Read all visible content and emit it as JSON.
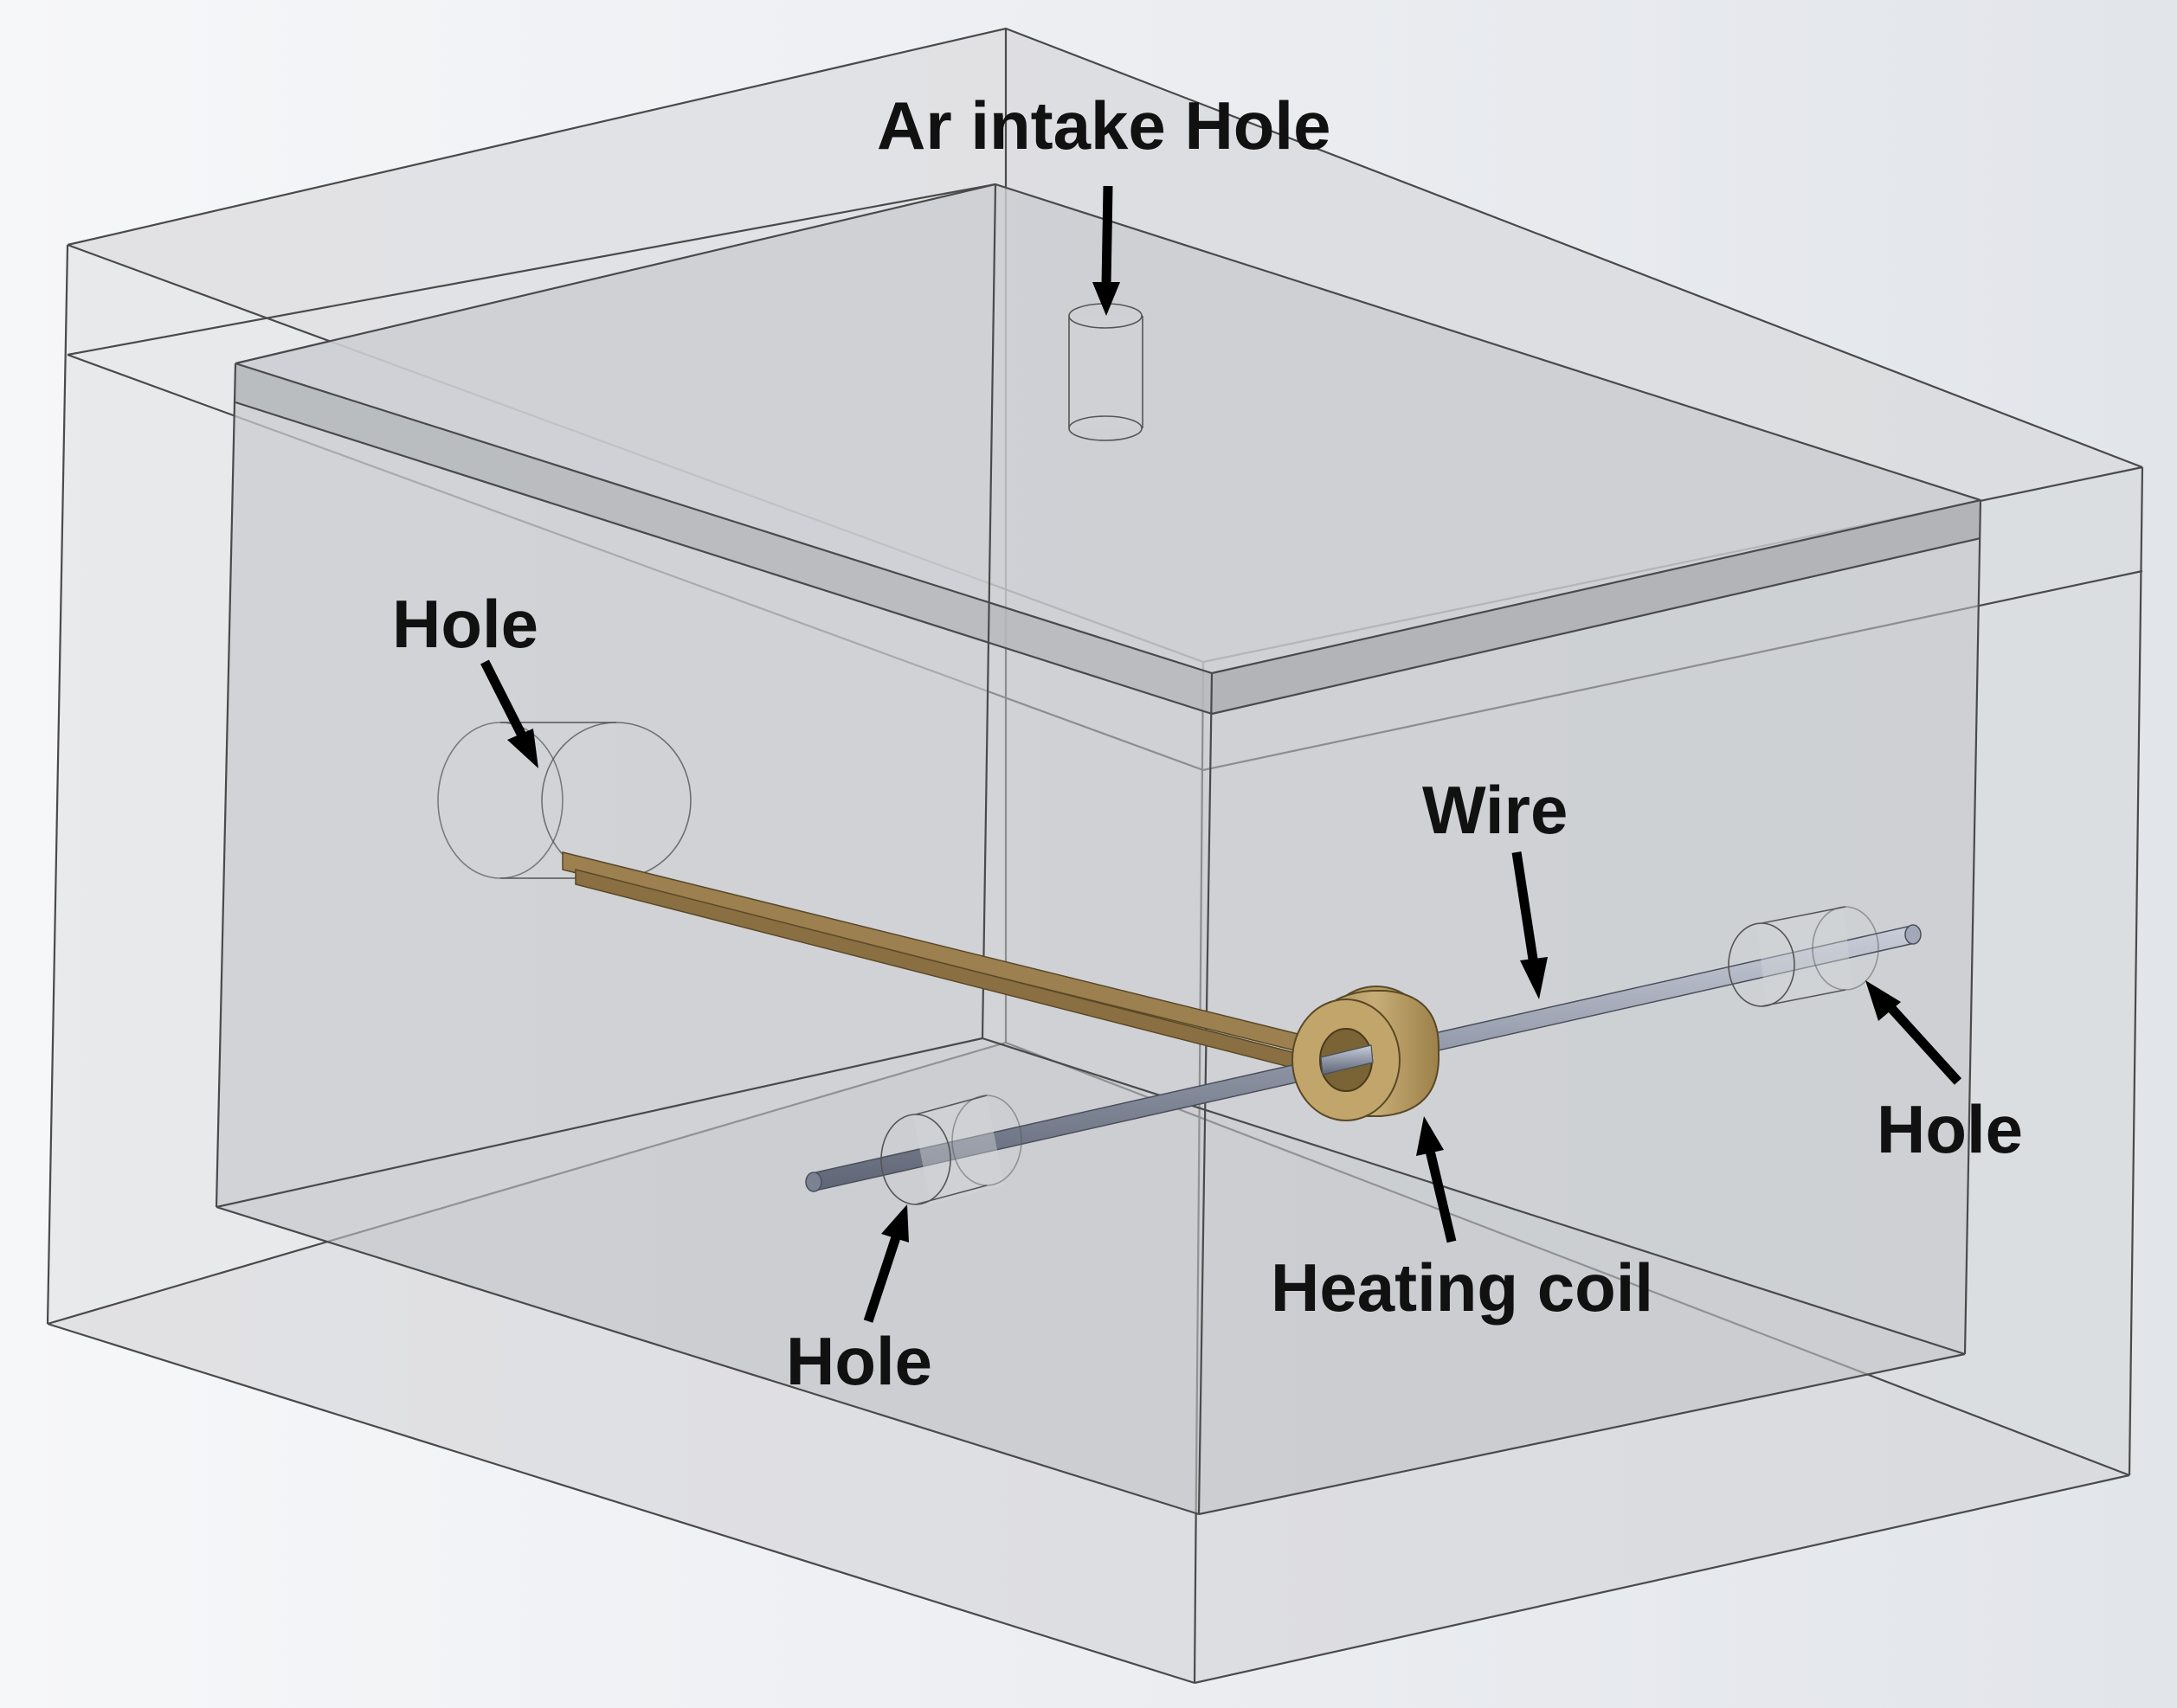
{
  "labels": {
    "ar_intake_hole": "Ar intake Hole",
    "hole_left": "Hole",
    "wire": "Wire",
    "hole_right": "Hole",
    "heating_coil": "Heating coil",
    "hole_bottom": "Hole"
  },
  "colors": {
    "background_left": "#f4f5f7",
    "background_right": "#e4e7ec",
    "box_face_outer": "#dcdcdc",
    "box_face_inner": "#c4c6ca",
    "top_band": "#b9bbbf",
    "wire": "#8f96a6",
    "wire_highlight": "#c5cad5",
    "coil": "#b59a62",
    "coil_dark": "#8d7340",
    "lead": "#9c8050",
    "arrow": "#000000",
    "text": "#111111"
  }
}
